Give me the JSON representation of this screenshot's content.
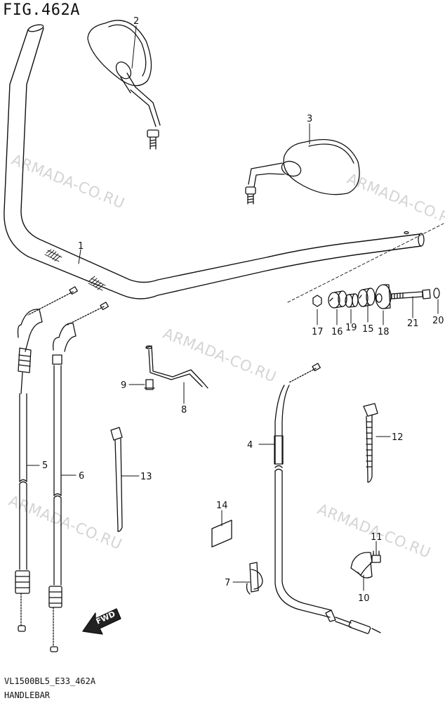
{
  "figure": {
    "title": "FIG.462A",
    "footer_code": "VL1500BL5_E33_462A",
    "footer_name": "HANDLEBAR"
  },
  "watermark": "ARMADA-CO.RU",
  "callouts": [
    "1",
    "2",
    "3",
    "4",
    "5",
    "6",
    "7",
    "8",
    "9",
    "10",
    "11",
    "12",
    "13",
    "14",
    "15",
    "16",
    "17",
    "18",
    "19",
    "20",
    "21"
  ],
  "direction_badge": "FWD"
}
